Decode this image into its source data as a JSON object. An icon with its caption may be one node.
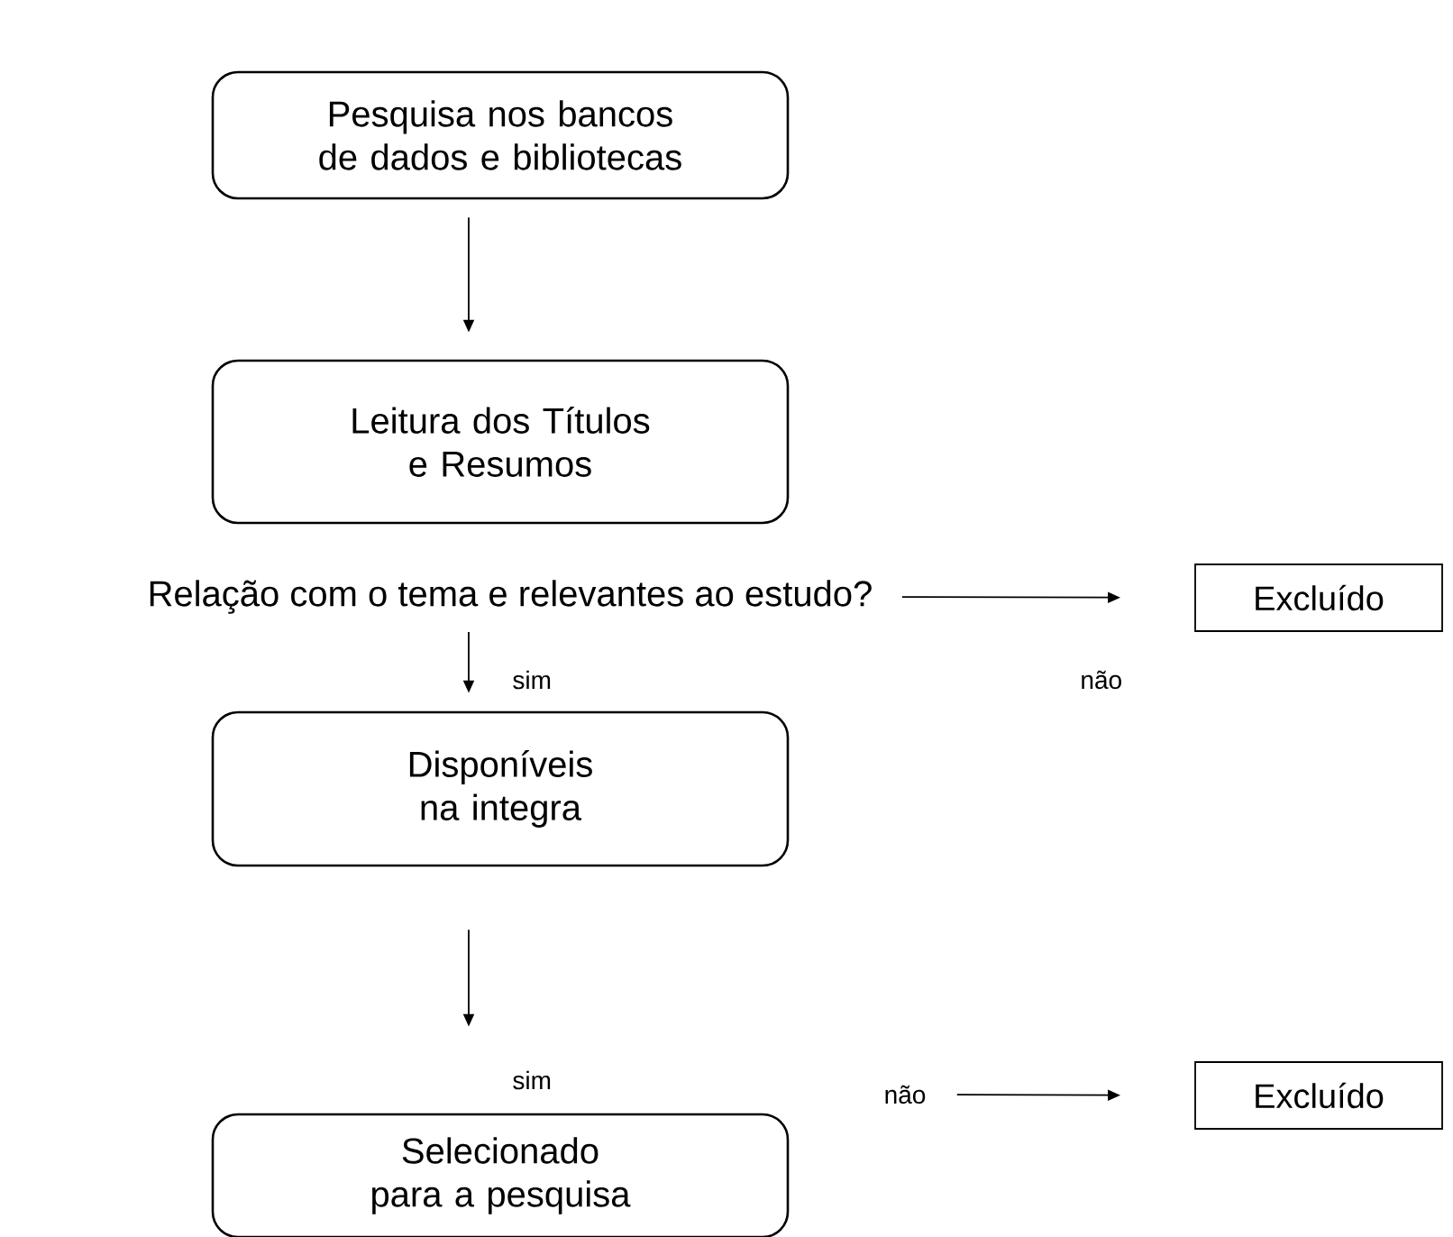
{
  "diagram": {
    "nodes": [
      {
        "text": [
          "Pesquisa nos bancos de dados e bibliotecas"
        ]
      },
      {
        "text": [
          "Leitura dos Títulos e Resumos"
        ]
      },
      {
        "text": [
          "Relação com o tema e relevantes ao estudo?"
        ]
      },
      {
        "text": [
          "Excluído"
        ]
      },
      {
        "text": [
          "Disponíveis na integra"
        ]
      },
      {
        "text": [
          "não"
        ]
      },
      {
        "text": [
          "Excluído"
        ]
      },
      {
        "text": [
          "Selecionado para a pesquisa"
        ]
      }
    ],
    "edges": [
      {
        "from": 0,
        "to": 1,
        "arrow": "to"
      },
      {
        "from": 2,
        "to": 3,
        "arrow": "to",
        "label": "não"
      },
      {
        "from": 2,
        "to": 4,
        "arrow": "to",
        "label": "sim"
      },
      {
        "from": 5,
        "to": 6,
        "arrow": "to"
      },
      {
        "from": 4,
        "to": 7,
        "arrow": "to",
        "label": "sim"
      }
    ]
  }
}
